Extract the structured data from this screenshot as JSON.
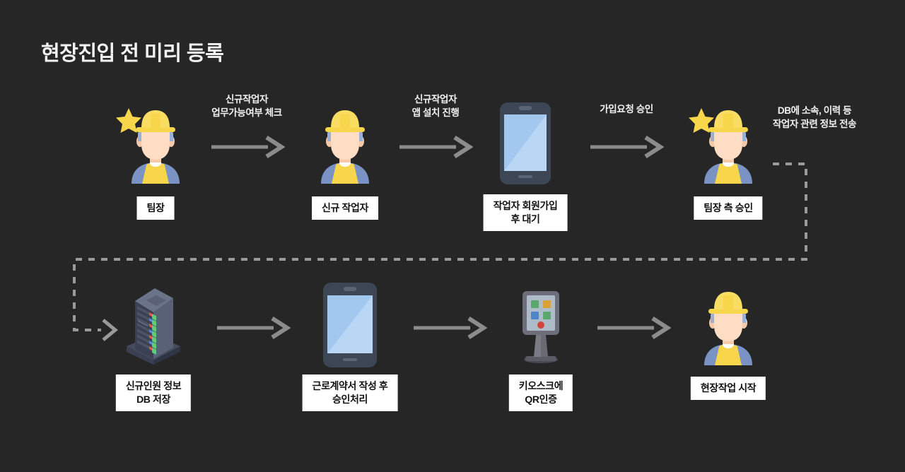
{
  "page": {
    "title": "현장진입 전 미리 등록",
    "background_color": "#262626",
    "title_color": "#f2f2f2",
    "caption_bg": "#ffffff",
    "caption_text_color": "#111111",
    "arrow_color": "#8c8c8c",
    "dashed_color": "#9a9a9a",
    "accent_yellow": "#f9d94b",
    "accent_blue": "#8fbbe8"
  },
  "rows": [
    {
      "id": "row-1",
      "steps": [
        {
          "id": "step-team-leader",
          "icon": "worker-with-star-icon",
          "caption": "팀장"
        },
        {
          "id": "step-new-worker",
          "icon": "worker-icon",
          "caption": "신규 작업자"
        },
        {
          "id": "step-signup-wait",
          "icon": "smartphone-icon",
          "caption": "작업자 회원가입\n후 대기"
        },
        {
          "id": "step-leader-approve",
          "icon": "worker-with-star-icon",
          "caption": "팀장 측 승인"
        }
      ],
      "arrows": [
        {
          "id": "arrow-1",
          "label": "신규작업자\n업무가능여부 체크"
        },
        {
          "id": "arrow-2",
          "label": "신규작업자\n앱 설치 진행"
        },
        {
          "id": "arrow-3",
          "label": "가입요청 승인"
        }
      ],
      "trailing_label": "DB에 소속, 이력 등\n작업자 관련 정보 전송"
    },
    {
      "id": "row-2",
      "steps": [
        {
          "id": "step-db-store",
          "icon": "server-icon",
          "caption": "신규인원 정보\nDB 저장"
        },
        {
          "id": "step-contract",
          "icon": "smartphone-icon",
          "caption": "근로계약서 작성 후\n승인처리"
        },
        {
          "id": "step-kiosk-qr",
          "icon": "kiosk-icon",
          "caption": "키오스크에\nQR인증"
        },
        {
          "id": "step-work-start",
          "icon": "worker-icon",
          "caption": "현장작업 시작"
        }
      ],
      "arrows": [
        {
          "id": "arrow-4",
          "label": ""
        },
        {
          "id": "arrow-5",
          "label": ""
        },
        {
          "id": "arrow-6",
          "label": ""
        }
      ]
    }
  ],
  "connector": {
    "id": "dashed-return-connector",
    "style": "dashed",
    "description": "팀장 측 승인 → 신규인원 정보 DB 저장"
  }
}
